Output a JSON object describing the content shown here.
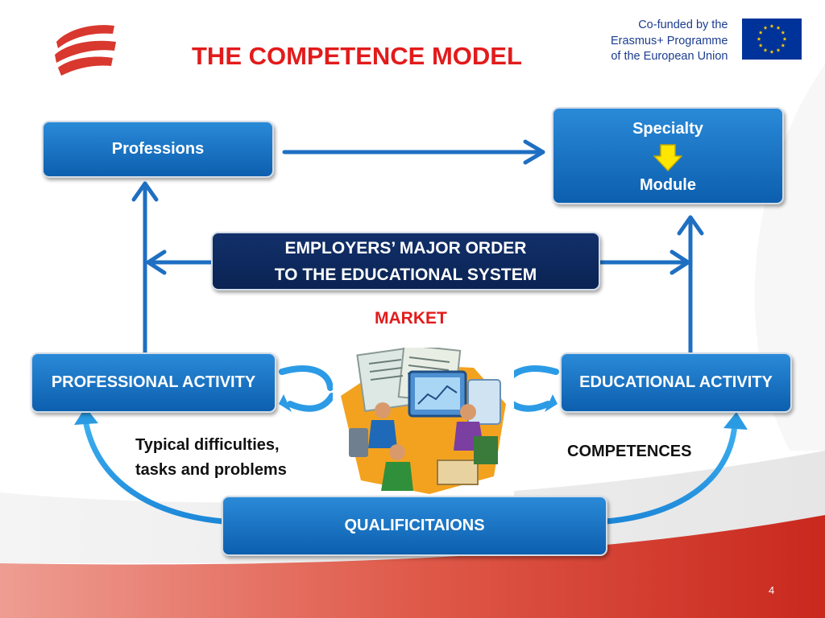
{
  "title": "THE COMPETENCE MODEL",
  "funding": {
    "lines": [
      "Co-funded by the",
      "Erasmus+ Programme",
      "of the European Union"
    ],
    "flag_color": "#003399",
    "star_color": "#ffcc00"
  },
  "nodes": {
    "professions": "Professions",
    "specialty": "Specialty",
    "module": "Module",
    "employers_line1": "EMPLOYERS’ MAJOR ORDER",
    "employers_line2": "TO THE EDUCATIONAL SYSTEM",
    "market": "MARKET",
    "professional_activity": "PROFESSIONAL ACTIVITY",
    "educational_activity": "EDUCATIONAL ACTIVITY",
    "typical_line1": "Typical difficulties,",
    "typical_line2": "tasks and problems",
    "competences": "COMPETENCES",
    "qualifications": "QUALIFICITAIONS"
  },
  "page_number": "4",
  "colors": {
    "box_blue": "#1a72c4",
    "box_dark": "#0e2a5e",
    "arrow_blue": "#1e6fc2",
    "title_red": "#e21b1b",
    "accent_red": "#d8382e",
    "light_blue_arc": "#2fa3e8"
  }
}
